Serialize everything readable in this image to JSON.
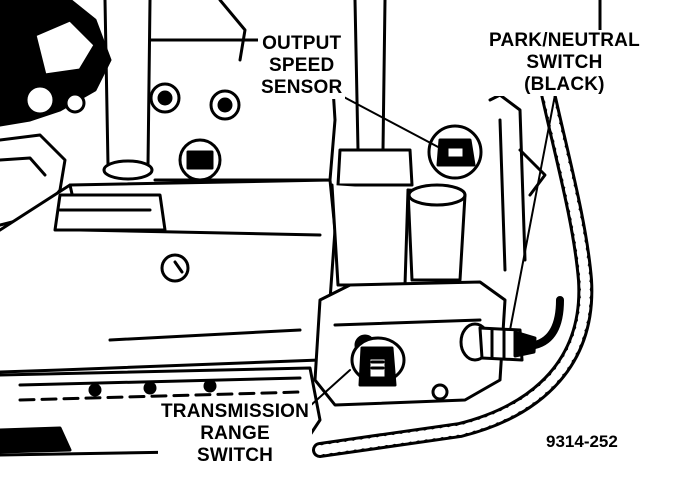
{
  "labels": {
    "output_speed_sensor": [
      "OUTPUT",
      "SPEED",
      "SENSOR"
    ],
    "park_neutral_switch": [
      "PARK/NEUTRAL",
      "SWITCH",
      "(BLACK)"
    ],
    "transmission_range_switch": [
      "TRANSMISSION",
      "RANGE",
      "SWITCH"
    ]
  },
  "figure_number": "9314-252",
  "colors": {
    "ink": "#000000",
    "paper": "#ffffff"
  }
}
